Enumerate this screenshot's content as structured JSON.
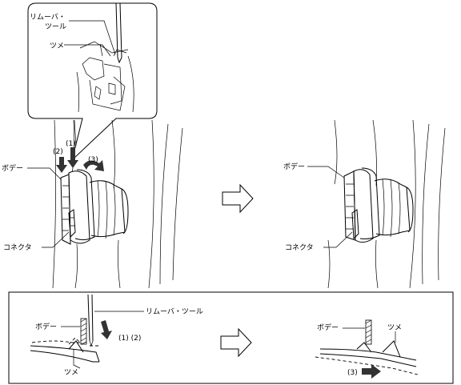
{
  "labels": {
    "removal_tool": "リムーバ・ツール",
    "removal_tool_line1": "リムーバ・",
    "removal_tool_line2": "ツール",
    "claw": "ツメ",
    "body": "ボデー",
    "connector": "コネクタ",
    "step1": "(1)",
    "step2": "(2)",
    "step3": "(3)",
    "step12": "(1) (2)"
  }
}
